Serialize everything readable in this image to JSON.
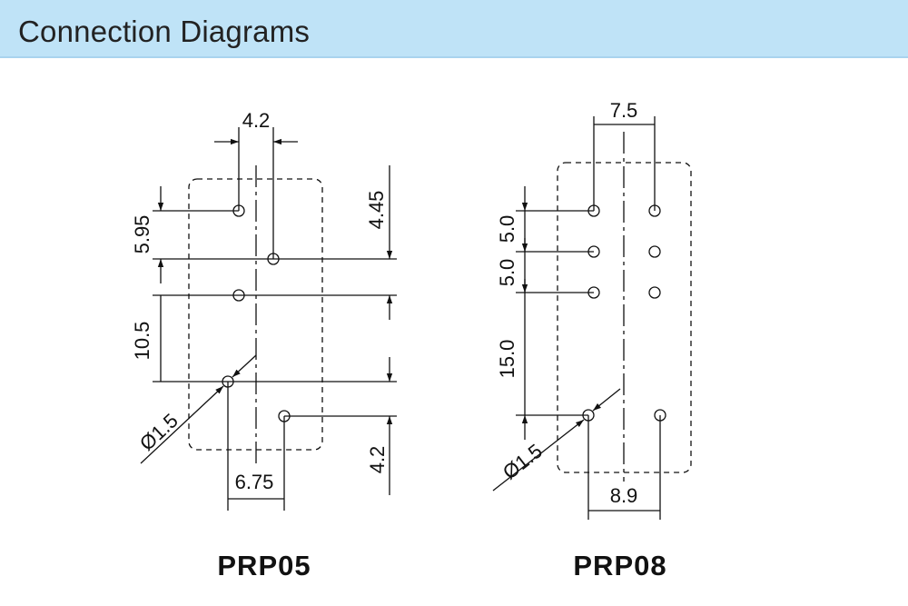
{
  "header": {
    "title": "Connection  Diagrams"
  },
  "diagrams": [
    {
      "label": "PRP05",
      "dimensions": {
        "top_pitch": "4.2",
        "left_pitch_upper": "5.95",
        "right_pitch_upper": "4.45",
        "left_pitch_lower": "10.5",
        "pin_diameter": "Ø1.5",
        "bottom_pitch": "6.75",
        "right_pitch_lower": "4.2"
      }
    },
    {
      "label": "PRP08",
      "dimensions": {
        "top_pitch": "7.5",
        "left_pitch_1": "5.0",
        "left_pitch_2": "5.0",
        "left_pitch_3": "15.0",
        "pin_diameter": "Ø1.5",
        "bottom_pitch": "8.9"
      }
    }
  ],
  "colors": {
    "header_bg": "#bfe3f7",
    "line": "#111111"
  }
}
